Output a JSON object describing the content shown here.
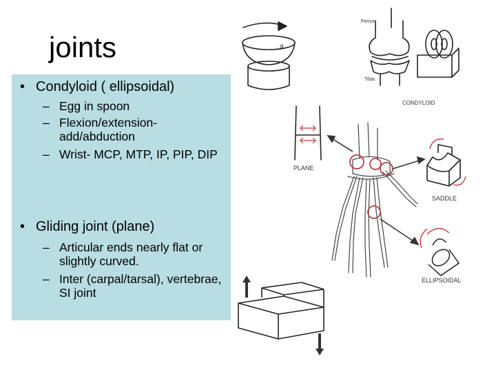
{
  "slide": {
    "title": "joints",
    "bullets": [
      {
        "marker": "•",
        "text": "Condyloid ( ellipsoidal)",
        "subitems": [
          {
            "marker": "–",
            "text": "Egg in spoon"
          },
          {
            "marker": "–",
            "text": "Flexion/extension-add/abduction"
          },
          {
            "marker": "–",
            "text": "Wrist- MCP, MTP, IP, PIP, DIP"
          }
        ]
      },
      {
        "marker": "•",
        "text": "Gliding joint (plane)",
        "subitems": [
          {
            "marker": "–",
            "text": "Articular ends nearly flat or slightly curved."
          },
          {
            "marker": "–",
            "text": "Inter (carpal/tarsal), vertebrae, SI joint"
          }
        ]
      }
    ]
  },
  "figure": {
    "labels": {
      "femur": "Femur",
      "tibia": "Tibia",
      "condyloid": "CONDYLOID",
      "plane": "PLANE",
      "saddle": "SADDLE",
      "ellipsoidal": "ELLIPSOIDAL",
      "bowl_letter": "a"
    }
  },
  "colors": {
    "content_box": "#b8dde2",
    "joint_circle": "#b0414a"
  }
}
